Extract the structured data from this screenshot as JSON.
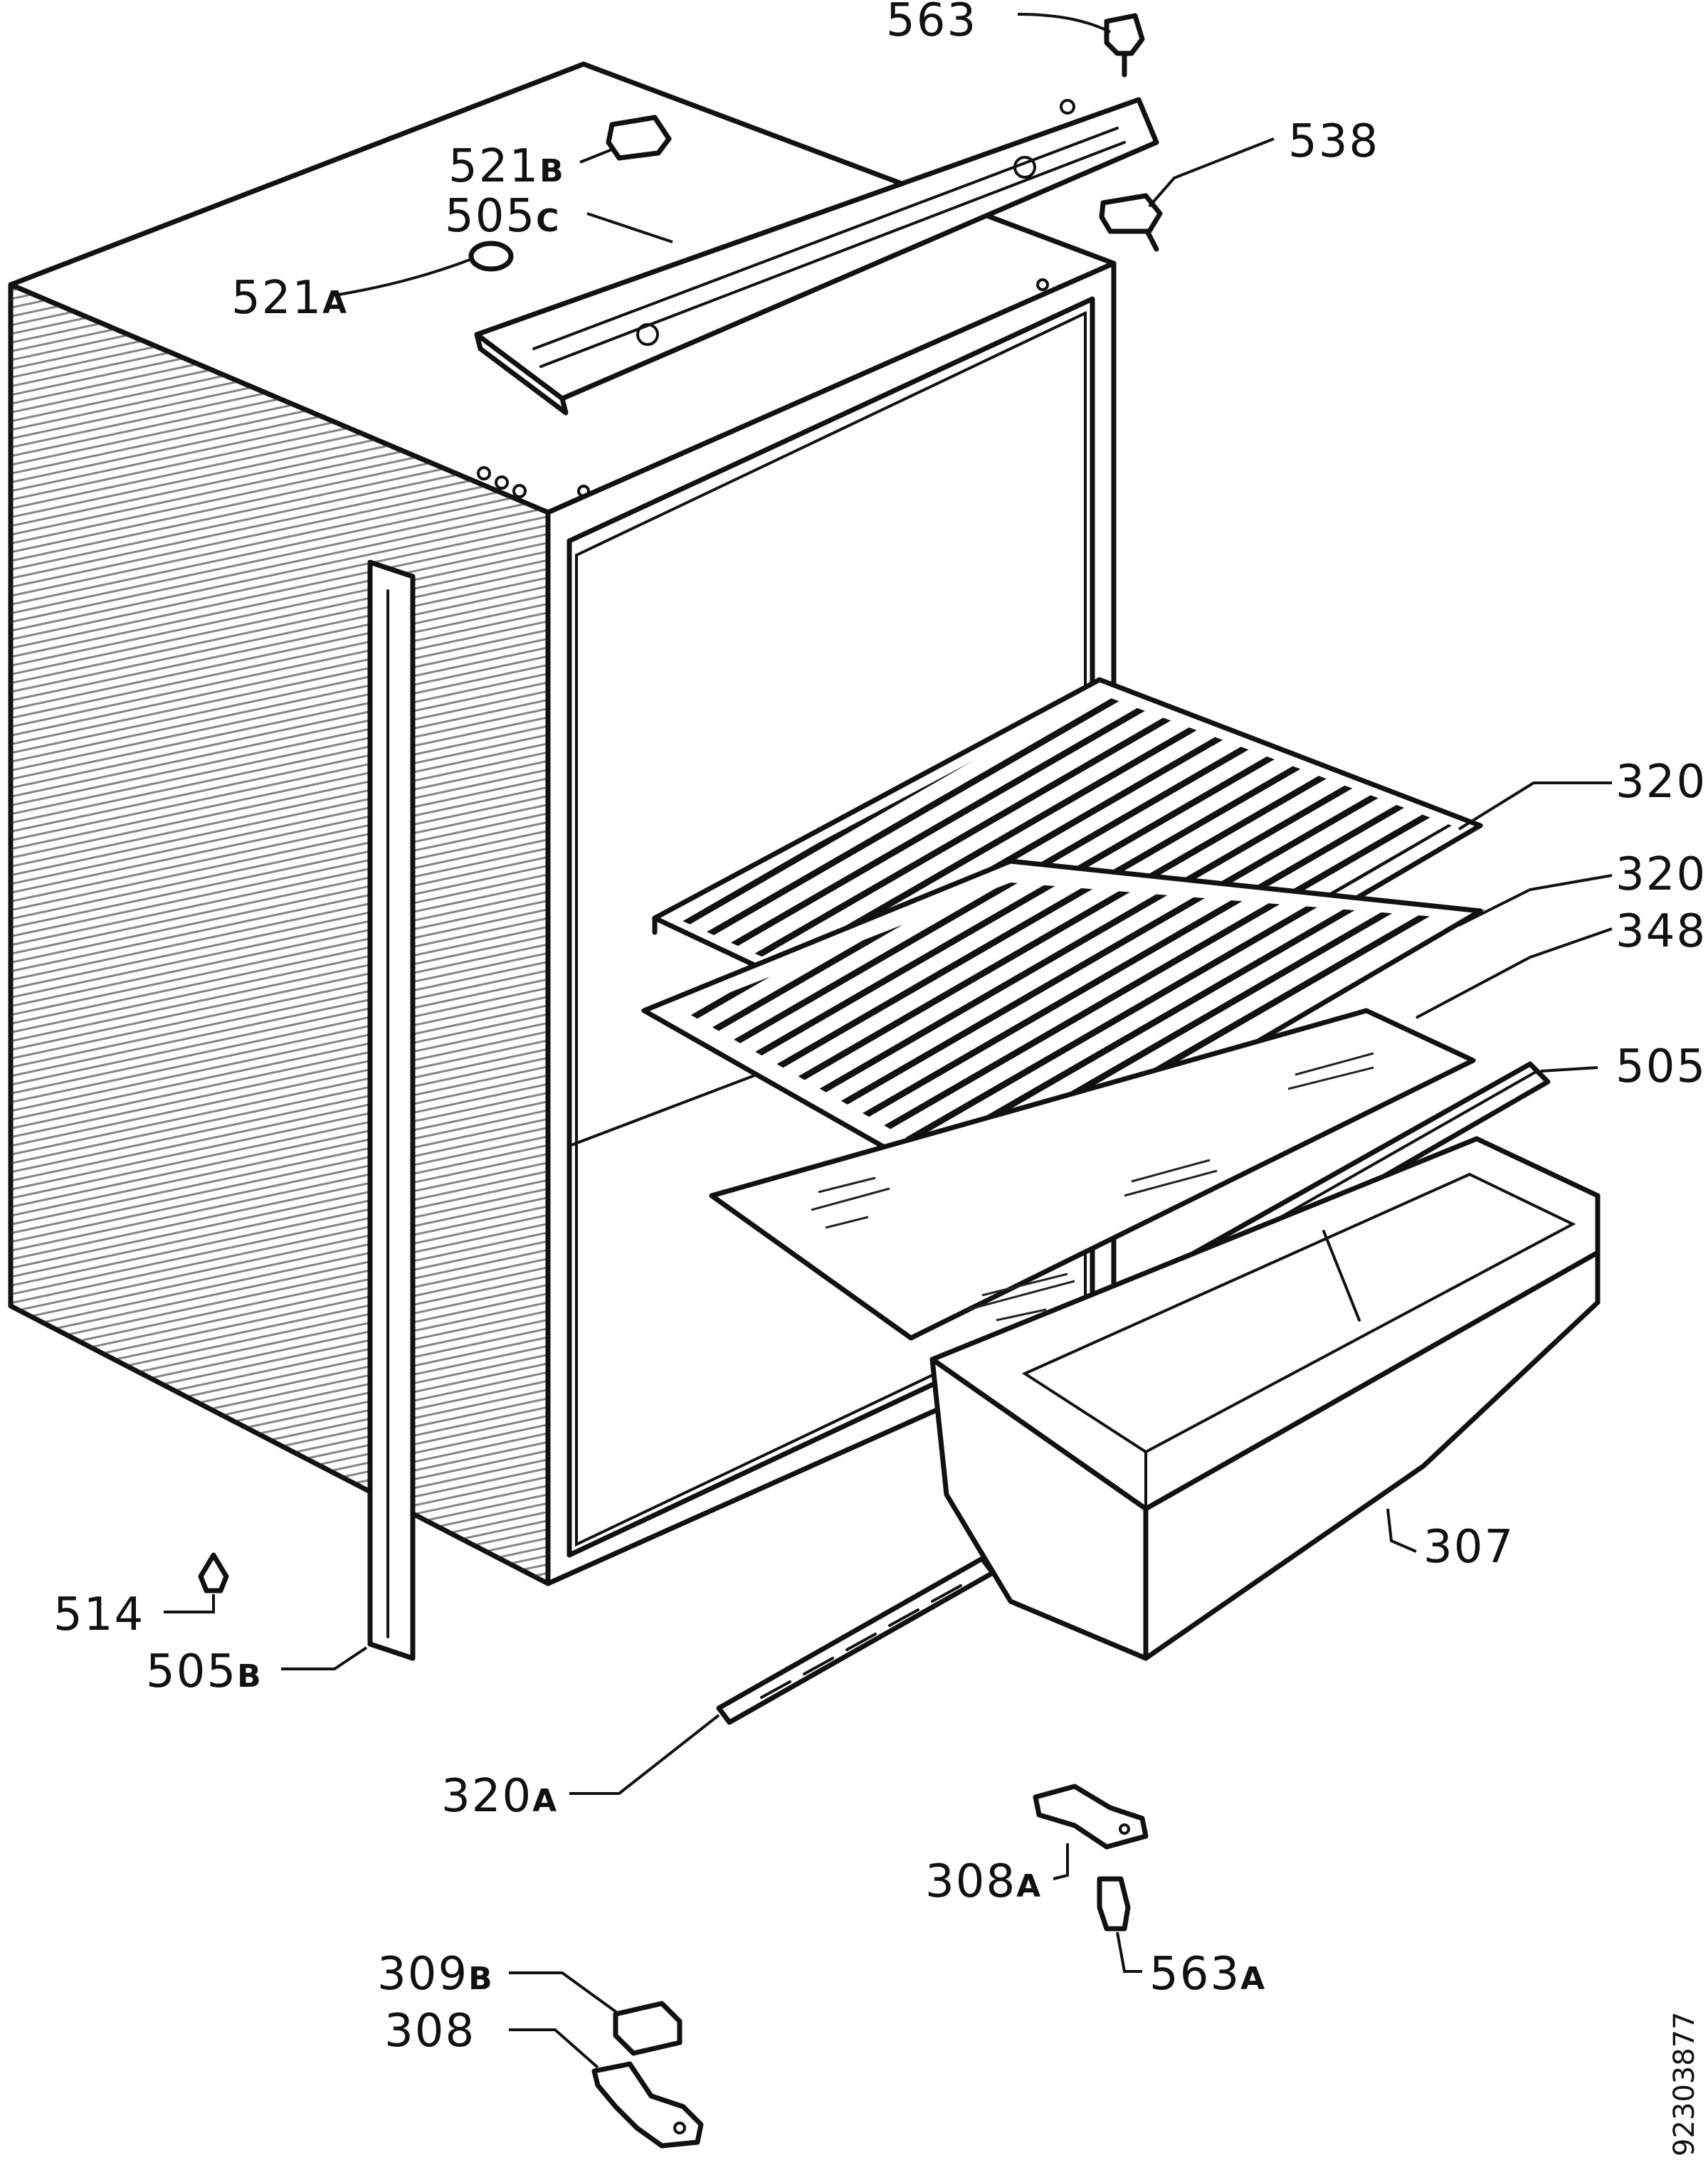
{
  "labels": {
    "l563": {
      "num": "563",
      "suffix": ""
    },
    "l538": {
      "num": "538",
      "suffix": ""
    },
    "l521b": {
      "num": "521",
      "suffix": "B"
    },
    "l505c": {
      "num": "505",
      "suffix": "C"
    },
    "l521a": {
      "num": "521",
      "suffix": "A"
    },
    "l320_1": {
      "num": "320",
      "suffix": ""
    },
    "l320_2": {
      "num": "320",
      "suffix": ""
    },
    "l348": {
      "num": "348",
      "suffix": ""
    },
    "l505": {
      "num": "505",
      "suffix": ""
    },
    "l307": {
      "num": "307",
      "suffix": ""
    },
    "l514": {
      "num": "514",
      "suffix": ""
    },
    "l505b": {
      "num": "505",
      "suffix": "B"
    },
    "l320a": {
      "num": "320",
      "suffix": "A"
    },
    "l308a": {
      "num": "308",
      "suffix": "A"
    },
    "l563a": {
      "num": "563",
      "suffix": "A"
    },
    "l309b": {
      "num": "309",
      "suffix": "B"
    },
    "l308": {
      "num": "308",
      "suffix": ""
    }
  },
  "document_number": "92303877"
}
